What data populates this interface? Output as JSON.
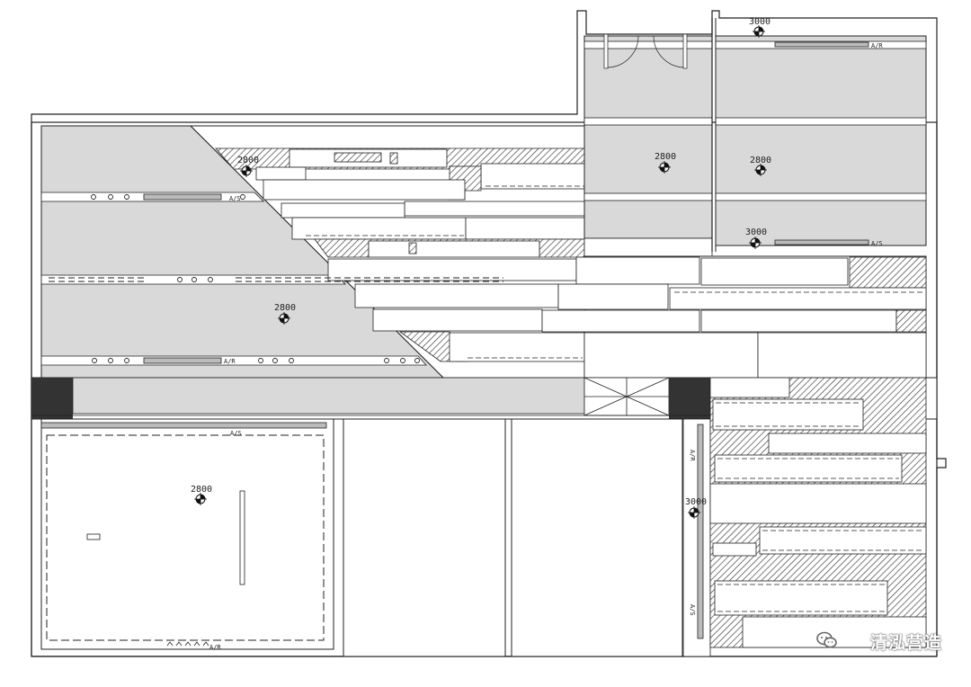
{
  "labels": {
    "h3000_top": "3000",
    "h3000_mid": "3000",
    "h3000_right": "3000",
    "h2800_a": "2800",
    "h2800_b": "2800",
    "h2800_c": "2800",
    "h2800_d": "2800",
    "h2800_e": "2800",
    "ar_top_right": "A/R",
    "as_mid_right": "A/S",
    "as_left": "A/S",
    "ar_left_bottom": "A/R",
    "as_lower_left": "A/S",
    "ar_lower_left": "A/R",
    "ar_right_vertical": "A/R",
    "as_right_vertical": "A/S"
  },
  "watermark": "清泓营造",
  "colors": {
    "fill_gray": "#d9d9d9",
    "line": "#222222",
    "hatch": "#333333",
    "dark_block": "#333333"
  }
}
